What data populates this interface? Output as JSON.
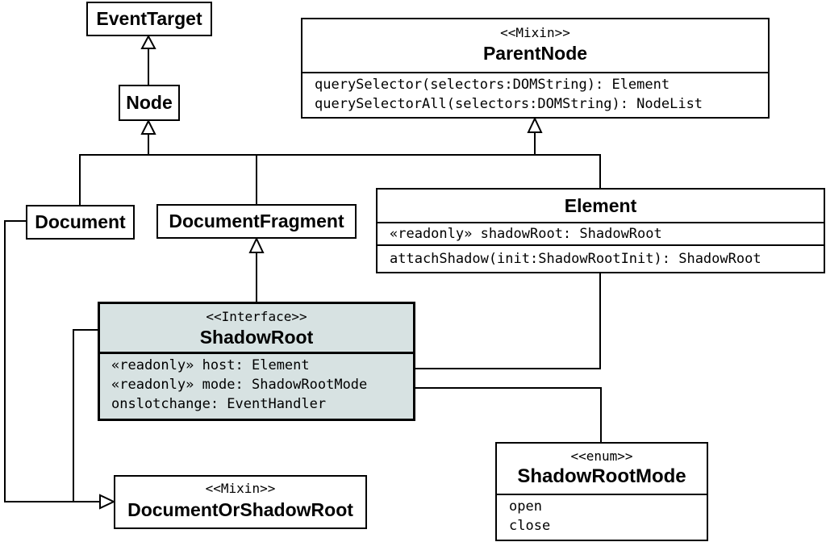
{
  "classes": {
    "event_target": {
      "title": "EventTarget"
    },
    "node": {
      "title": "Node"
    },
    "parent_node": {
      "stereotype": "<<Mixin>>",
      "title": "ParentNode",
      "methods": [
        "querySelector(selectors:DOMString): Element",
        "querySelectorAll(selectors:DOMString): NodeList"
      ]
    },
    "document": {
      "title": "Document"
    },
    "document_fragment": {
      "title": "DocumentFragment"
    },
    "element": {
      "title": "Element",
      "attributes": [
        "«readonly» shadowRoot: ShadowRoot"
      ],
      "methods": [
        "attachShadow(init:ShadowRootInit): ShadowRoot"
      ]
    },
    "shadow_root": {
      "stereotype": "<<Interface>>",
      "title": "ShadowRoot",
      "attributes": [
        "«readonly» host: Element",
        "«readonly» mode: ShadowRootMode",
        "onslotchange: EventHandler"
      ]
    },
    "shadow_root_mode": {
      "stereotype": "<<enum>>",
      "title": "ShadowRootMode",
      "values": [
        "open",
        "close"
      ]
    },
    "document_or_shadow_root": {
      "stereotype": "<<Mixin>>",
      "title": "DocumentOrShadowRoot"
    }
  },
  "colors": {
    "line": "#000000",
    "highlight_fill": "#d7e2e2",
    "box_fill": "#ffffff"
  },
  "relations": [
    {
      "from": "Node",
      "to": "EventTarget",
      "kind": "generalization"
    },
    {
      "from": "Document",
      "to": "Node",
      "kind": "generalization"
    },
    {
      "from": "DocumentFragment",
      "to": "Node",
      "kind": "generalization"
    },
    {
      "from": "Element",
      "to": "Node",
      "kind": "generalization"
    },
    {
      "from": "Element",
      "to": "ParentNode",
      "kind": "realization"
    },
    {
      "from": "ShadowRoot",
      "to": "DocumentFragment",
      "kind": "generalization"
    },
    {
      "from": "ShadowRoot",
      "to": "Element",
      "kind": "association"
    },
    {
      "from": "ShadowRoot",
      "to": "ShadowRootMode",
      "kind": "association"
    },
    {
      "from": "Document",
      "to": "DocumentOrShadowRoot",
      "kind": "realization"
    },
    {
      "from": "ShadowRoot",
      "to": "DocumentOrShadowRoot",
      "kind": "realization"
    }
  ]
}
